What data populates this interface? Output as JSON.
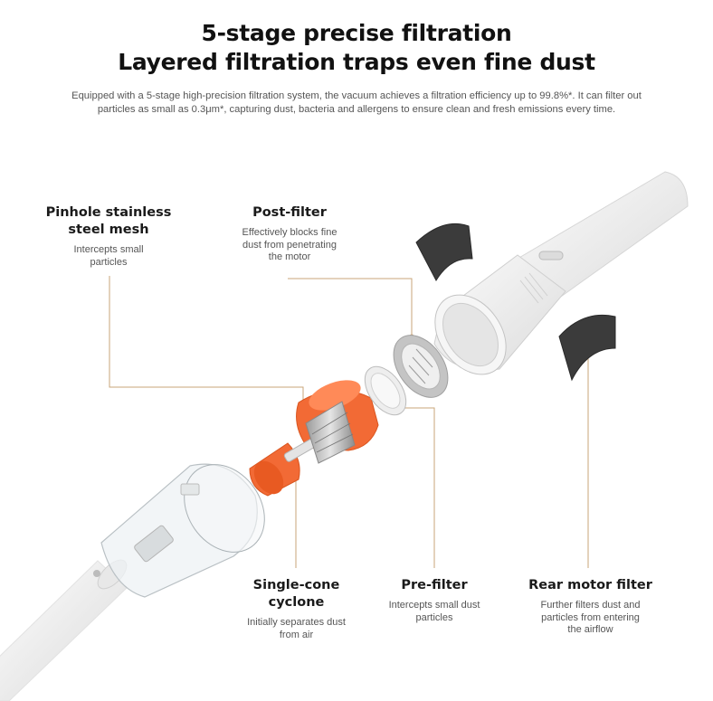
{
  "header": {
    "title_line1": "5-stage precise filtration",
    "title_line2": "Layered filtration traps even fine dust",
    "intro_line1": "Equipped with a 5-stage high-precision filtration system, the vacuum achieves a filtration efficiency up to 99.8%*. It can filter out",
    "intro_line2": "particles as small as 0.3μm*, capturing dust, bacteria and allergens to ensure clean and fresh emissions every time."
  },
  "components": {
    "steel_mesh": {
      "title_line1": "Pinhole stainless",
      "title_line2": "steel mesh",
      "desc_line1": "Intercepts small",
      "desc_line2": "particles"
    },
    "post_filter": {
      "title": "Post-filter",
      "desc_line1": "Effectively blocks fine",
      "desc_line2": "dust from penetrating",
      "desc_line3": "the motor"
    },
    "cyclone": {
      "title_line1": "Single-cone",
      "title_line2": "cyclone",
      "desc_line1": "Initially separates dust",
      "desc_line2": "from air"
    },
    "pre_filter": {
      "title": "Pre-filter",
      "desc_line1": "Intercepts small dust",
      "desc_line2": "particles"
    },
    "rear_motor_filter": {
      "title": "Rear motor filter",
      "desc_line1": "Further filters dust and",
      "desc_line2": "particles from entering",
      "desc_line3": "the airflow"
    }
  },
  "colors": {
    "accent_orange": "#f26a35",
    "leader_line": "#c9a679",
    "filter_dark": "#3a3a3a",
    "body_white": "#f2f2f2"
  }
}
